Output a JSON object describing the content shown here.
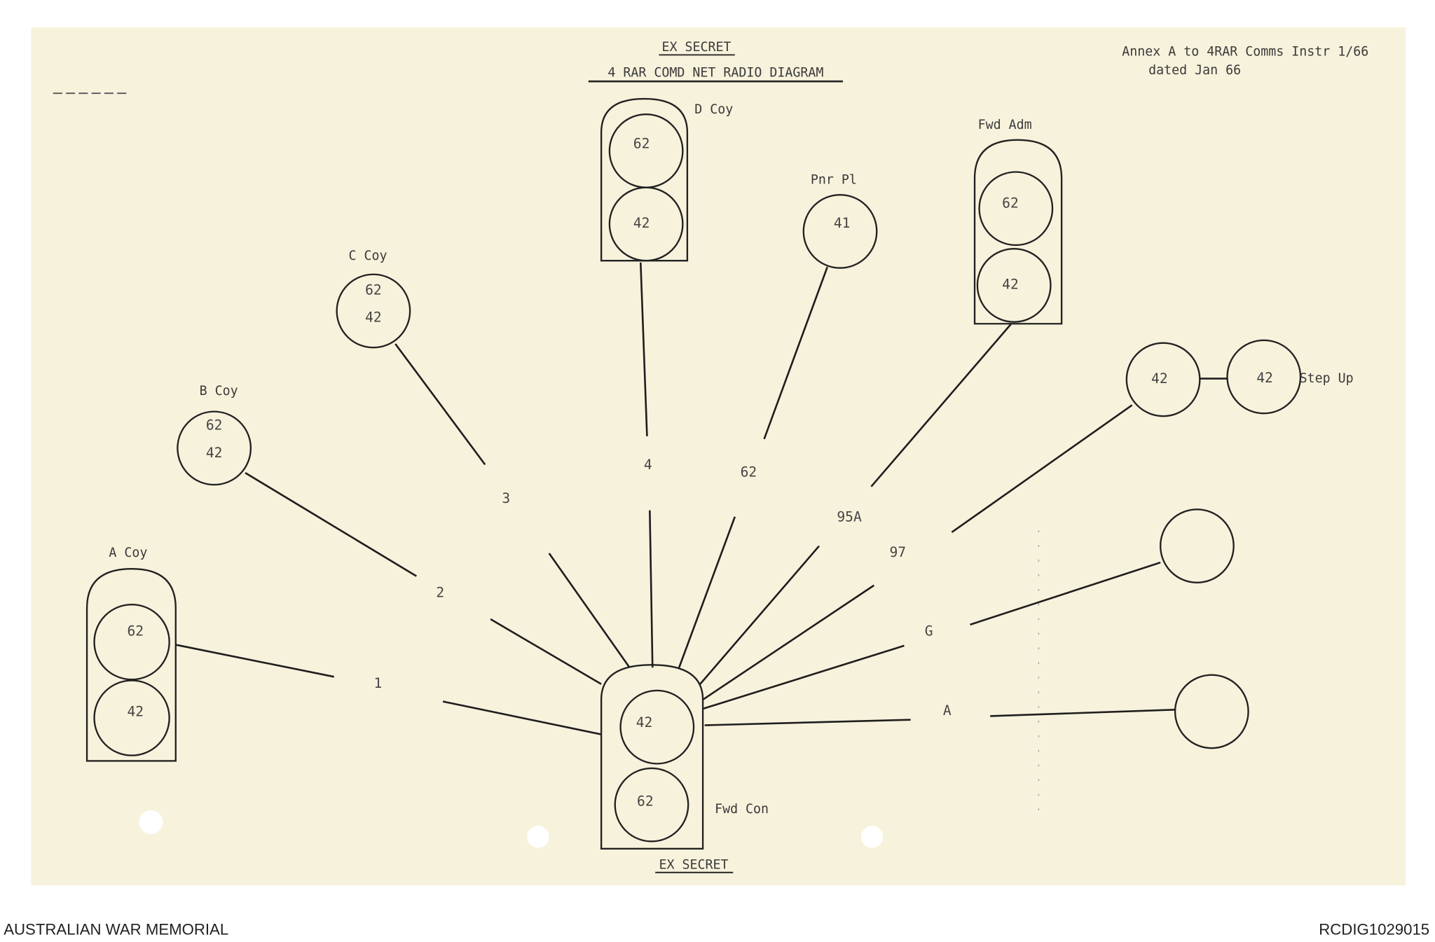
{
  "header": {
    "classification_top": "EX SECRET",
    "title": "4 RAR  COMD NET RADIO DIAGRAM",
    "annex_line1": "Annex A to 4RAR Comms Instr 1/66",
    "annex_line2": "dated  Jan 66"
  },
  "classification_bottom": "EX SECRET",
  "nodes": {
    "a_coy": {
      "label": "A Coy",
      "sets": [
        "62",
        "42"
      ]
    },
    "b_coy": {
      "label": "B Coy",
      "sets": [
        "62",
        "42"
      ]
    },
    "c_coy": {
      "label": "C Coy",
      "sets": [
        "62",
        "42"
      ]
    },
    "d_coy": {
      "label": "D Coy",
      "sets": [
        "62",
        "42"
      ]
    },
    "pnr_pl": {
      "label": "Pnr Pl",
      "sets": [
        "41"
      ]
    },
    "fwd_adm": {
      "label": "Fwd Adm",
      "sets": [
        "62",
        "42"
      ]
    },
    "step_up": {
      "label": "Step Up",
      "sets": [
        "42",
        "42"
      ]
    },
    "fwd_con": {
      "label": "Fwd Con",
      "sets": [
        "42",
        "62"
      ]
    }
  },
  "links": [
    "1",
    "2",
    "3",
    "4",
    "62",
    "95A",
    "97",
    "G",
    "A"
  ],
  "footer": {
    "left": "AUSTRALIAN WAR MEMORIAL",
    "right": "RCDIG1029015"
  },
  "colors": {
    "paper": "#f7f2dc",
    "ink": "#1e1e1e"
  }
}
